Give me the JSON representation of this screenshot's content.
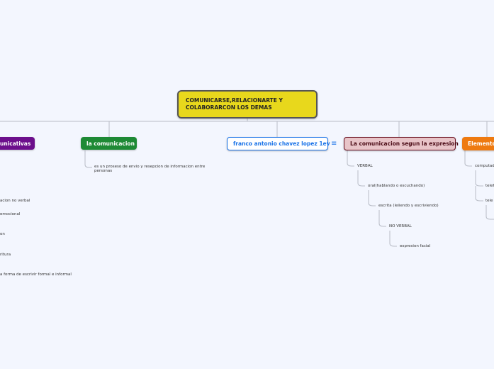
{
  "root": {
    "title": "COMUNICARSE,RELACIONARTE Y COLABORARCON LOS DEMAS",
    "color": "#e8d81c"
  },
  "branches": [
    {
      "label": "unicativas",
      "color": "#6c0f8c",
      "children": [
        "acion no verbal",
        "emocional",
        "on",
        "ritura",
        "a forma de escrivir formal e informal"
      ]
    },
    {
      "label": "la comunicacion",
      "color": "#1e8a35",
      "children": [
        "es un proseso de envio y resepcion de informacion entre personas"
      ]
    },
    {
      "label": "franco antonio chavez lopez 1ev",
      "color": "#1a73e8",
      "icon": "notes-icon"
    },
    {
      "label": "La comunicacion segun la expresion",
      "color": "#e8c4c8",
      "children": [
        "VERBAL",
        "oral(hablando o escuchando)",
        "escrita (leiiendo y escriviendo)",
        "NO VERBAL",
        "expresion facial"
      ]
    },
    {
      "label": "Elementos",
      "color": "#ee7a10",
      "children": [
        "computad",
        "telef",
        "tele"
      ]
    }
  ]
}
